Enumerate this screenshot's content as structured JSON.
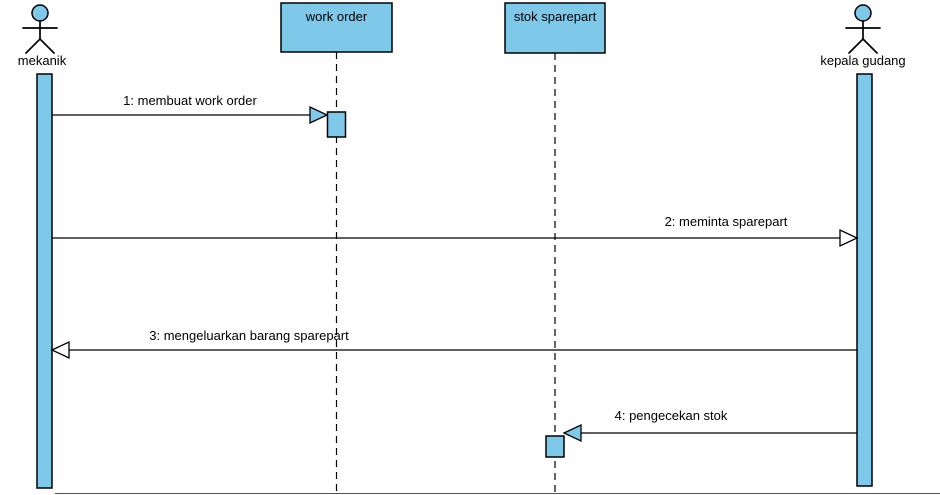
{
  "diagram": {
    "kind": "uml-sequence-diagram",
    "colors": {
      "shape_fill": "#7EC9EA",
      "stroke": "#000000",
      "background": "#FFFFFF"
    },
    "actors": [
      {
        "id": "mekanik",
        "label": "mekanik"
      },
      {
        "id": "kepala-gudang",
        "label": "kepala gudang"
      }
    ],
    "objects": [
      {
        "id": "work-order",
        "label": "work order"
      },
      {
        "id": "stok-sparepart",
        "label": "stok sparepart"
      }
    ],
    "messages": [
      {
        "seq": 1,
        "label": "1: membuat work order",
        "from": "mekanik",
        "to": "work order",
        "direction": "right"
      },
      {
        "seq": 2,
        "label": "2: meminta sparepart",
        "from": "mekanik",
        "to": "kepala gudang",
        "direction": "right"
      },
      {
        "seq": 3,
        "label": "3: mengeluarkan barang sparepart",
        "from": "kepala gudang",
        "to": "mekanik",
        "direction": "left"
      },
      {
        "seq": 4,
        "label": "4: pengecekan stok",
        "from": "kepala gudang",
        "to": "stok sparepart",
        "direction": "left"
      }
    ]
  }
}
